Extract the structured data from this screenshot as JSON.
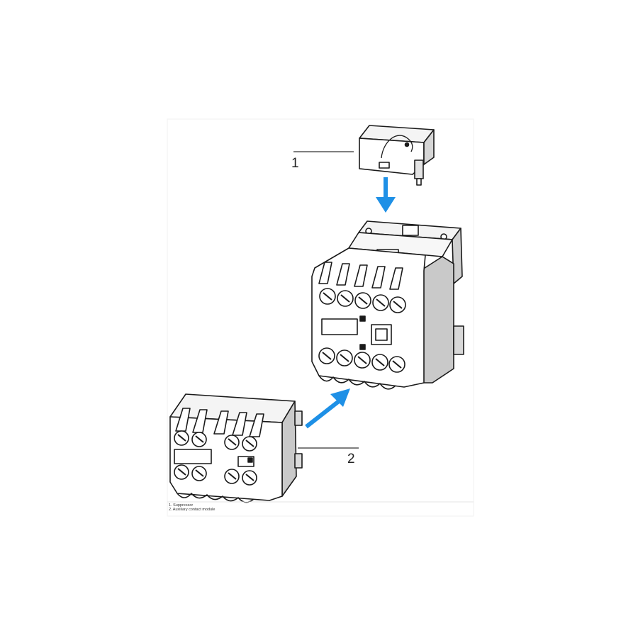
{
  "callouts": [
    {
      "number": "1",
      "label": "Suppressor"
    },
    {
      "number": "2",
      "label": "Auxiliary contact module"
    }
  ],
  "legend": [
    "1. Suppressor",
    "2. Auxiliary contact module"
  ],
  "colors": {
    "arrow": "#1e90e6",
    "outline": "#1a1a1a",
    "body": "#ffffff",
    "shade": "#d9d9d9",
    "side": "#c8c8c8"
  },
  "icons": [
    "down-arrow-icon",
    "diagonal-arrow-icon"
  ]
}
